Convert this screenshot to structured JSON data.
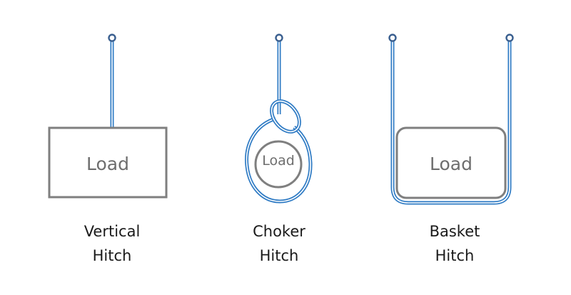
{
  "colors": {
    "sling_outer": "#2f7bc4",
    "sling_inner": "#ffffff",
    "load_stroke": "#7f7f7f",
    "load_text": "#6e6e6e",
    "caption_text": "#1a1a1a",
    "background": "#ffffff"
  },
  "hitches": [
    {
      "id": "vertical",
      "load_label": "Load",
      "caption_line1": "Vertical",
      "caption_line2": "Hitch",
      "load_shape": "rectangle"
    },
    {
      "id": "choker",
      "load_label": "Load",
      "caption_line1": "Choker",
      "caption_line2": "Hitch",
      "load_shape": "circle"
    },
    {
      "id": "basket",
      "load_label": "Load",
      "caption_line1": "Basket",
      "caption_line2": "Hitch",
      "load_shape": "rounded-rectangle"
    }
  ],
  "icons": {
    "hook_eye": "ring"
  }
}
